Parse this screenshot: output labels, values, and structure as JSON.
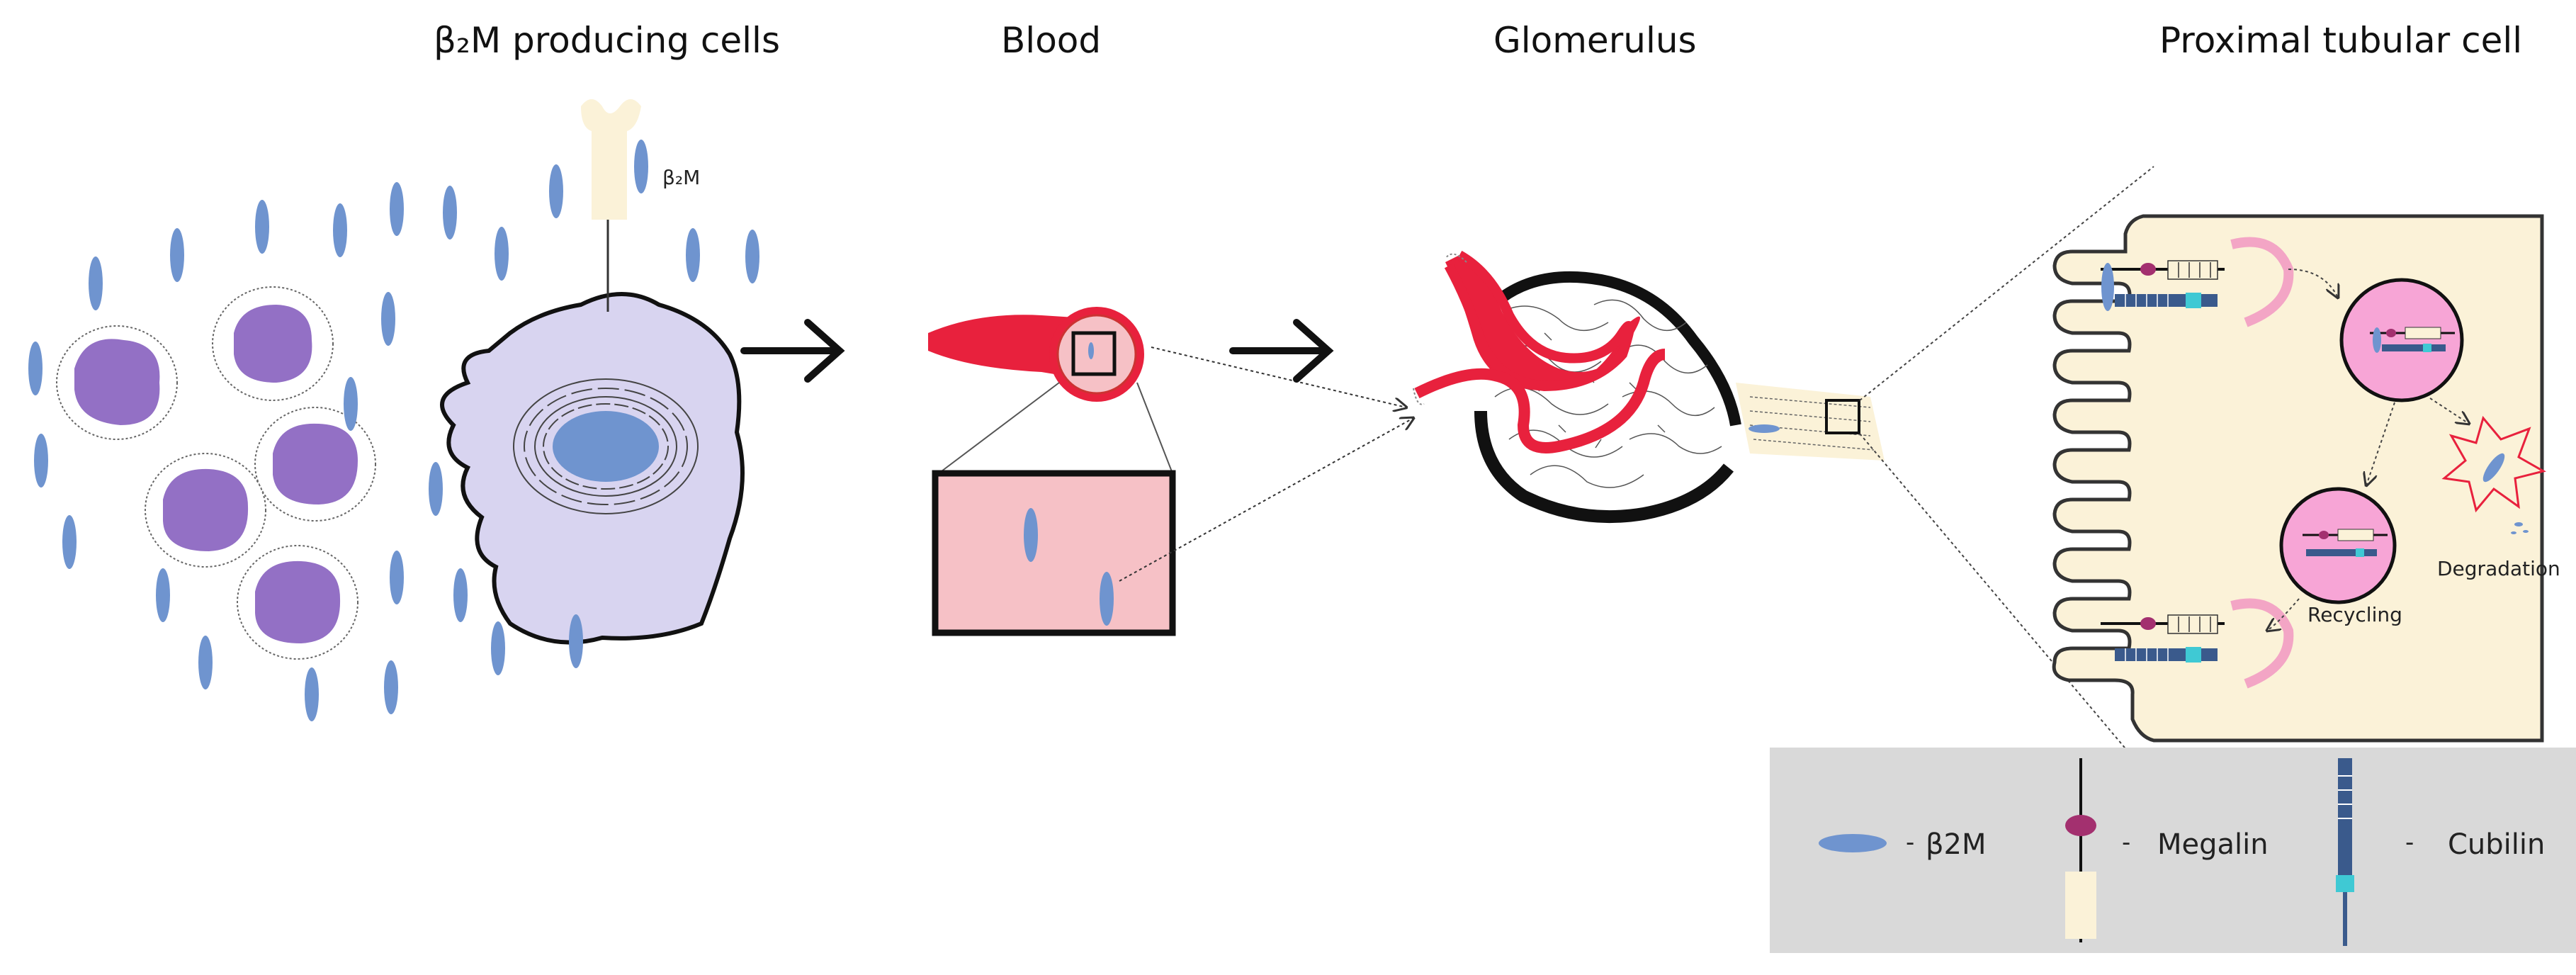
{
  "headers": {
    "producing_cells": "β₂M producing cells",
    "blood": "Blood",
    "glomerulus": "Glomerulus",
    "tubular_cell": "Proximal tubular cell"
  },
  "labels": {
    "b2m_small": "β₂M",
    "recycling": "Recycling",
    "degradation": "Degradation"
  },
  "legend": {
    "b2m": "β2M",
    "megalin": "Megalin",
    "cubilin": "Cubilin",
    "dash": "-"
  },
  "colors": {
    "b2m": "#6f94cf",
    "producing_cell": "#d8d4f0",
    "lymphocyte_nucleus": "#9370c5",
    "vessel_red": "#e8213d",
    "plasma_pink": "#f6c1c6",
    "tubule_cytoplasm": "#fbf2d8",
    "endosome_pink": "#f7a5d6",
    "legend_bg": "#d9d9d9",
    "megalin_head": "#a3306f",
    "cubilin_band": "#3fc9d4"
  }
}
